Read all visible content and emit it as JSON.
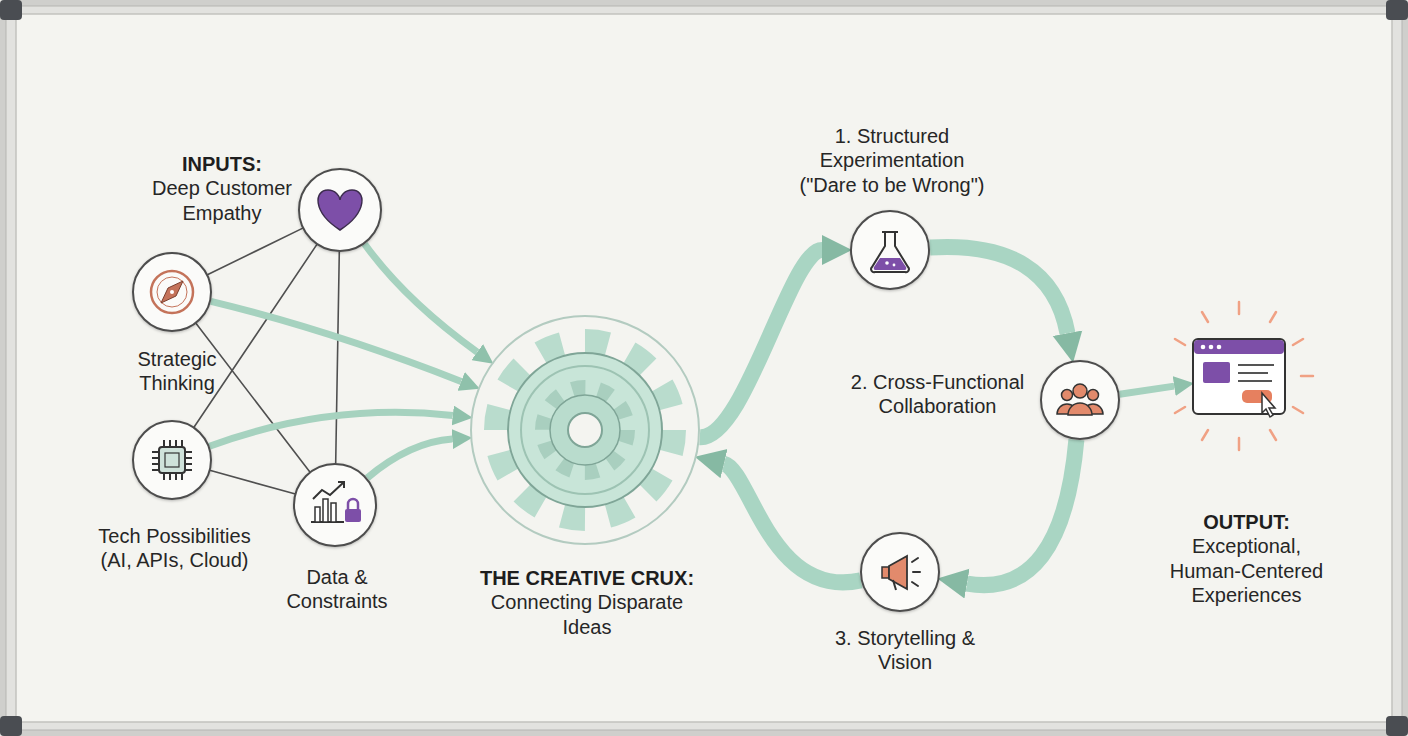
{
  "diagram": {
    "nodes": [
      {
        "text": [
          "INPUTS:",
          "Deep Customer Empathy"
        ]
      },
      {
        "text": [
          "Strategic Thinking"
        ]
      },
      {
        "text": [
          "Tech Possibilities (AI, APIs, Cloud)"
        ]
      },
      {
        "text": [
          "Data & Constraints"
        ]
      },
      {
        "text": [
          "THE CREATIVE CRUX:",
          "Connecting Disparate Ideas"
        ]
      },
      {
        "text": [
          "1. Structured Experimentation (\"Dare to be Wrong\")"
        ]
      },
      {
        "text": [
          "2. Cross-Functional Collaboration"
        ]
      },
      {
        "text": [
          "3. Storytelling & Vision"
        ]
      },
      {
        "text": [
          "OUTPUT:",
          "Exceptional, Human-Centered Experiences"
        ]
      }
    ],
    "edges": [
      {
        "from": 0,
        "to": 1,
        "arrow": "none"
      },
      {
        "from": 0,
        "to": 2,
        "arrow": "none"
      },
      {
        "from": 0,
        "to": 3,
        "arrow": "none"
      },
      {
        "from": 1,
        "to": 3,
        "arrow": "none"
      },
      {
        "from": 2,
        "to": 3,
        "arrow": "none"
      },
      {
        "from": 0,
        "to": 4,
        "arrow": "to"
      },
      {
        "from": 1,
        "to": 4,
        "arrow": "to"
      },
      {
        "from": 2,
        "to": 4,
        "arrow": "to"
      },
      {
        "from": 3,
        "to": 4,
        "arrow": "to"
      },
      {
        "from": 4,
        "to": 5,
        "arrow": "to"
      },
      {
        "from": 5,
        "to": 6,
        "arrow": "to"
      },
      {
        "from": 6,
        "to": 7,
        "arrow": "to"
      },
      {
        "from": 7,
        "to": 4,
        "arrow": "to"
      },
      {
        "from": 6,
        "to": 8,
        "arrow": "to"
      }
    ]
  }
}
